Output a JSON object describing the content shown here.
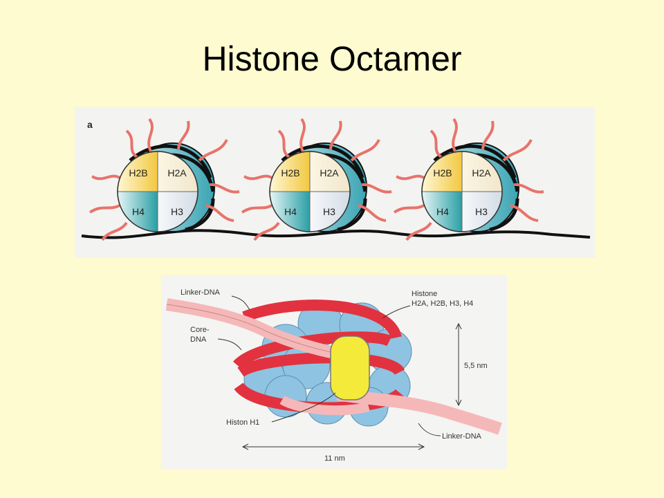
{
  "slide": {
    "title": "Histone Octamer"
  },
  "panel_a": {
    "label": "a",
    "nucleosomes": [
      {
        "quadrants": [
          "H2B",
          "H2A",
          "H4",
          "H3"
        ]
      },
      {
        "quadrants": [
          "H2B",
          "H2A",
          "H4",
          "H3"
        ]
      },
      {
        "quadrants": [
          "H2B",
          "H2A",
          "H4",
          "H3"
        ]
      }
    ]
  },
  "panel_b": {
    "labels": {
      "linker_dna_top": "Linker-DNA",
      "core_dna_1": "Core-",
      "core_dna_2": "DNA",
      "histone_1": "Histone",
      "histone_2": "H2A, H2B, H3, H4",
      "height": "5,5 nm",
      "histon_h1": "Histon H1",
      "linker_dna_bottom": "Linker-DNA",
      "width": "11 nm"
    }
  },
  "colors": {
    "background": "#fdfbcf",
    "h2b": "#f2c840",
    "h2a": "#f6eccd",
    "h4": "#2fa3a8",
    "h3": "#dde3ea",
    "tails": "#e8736a",
    "histone_blue": "#8fc3e2",
    "ribbon_red": "#e2323f",
    "ribbon_pink": "#f5b8b8",
    "h1_yellow": "#f4ea3a"
  }
}
